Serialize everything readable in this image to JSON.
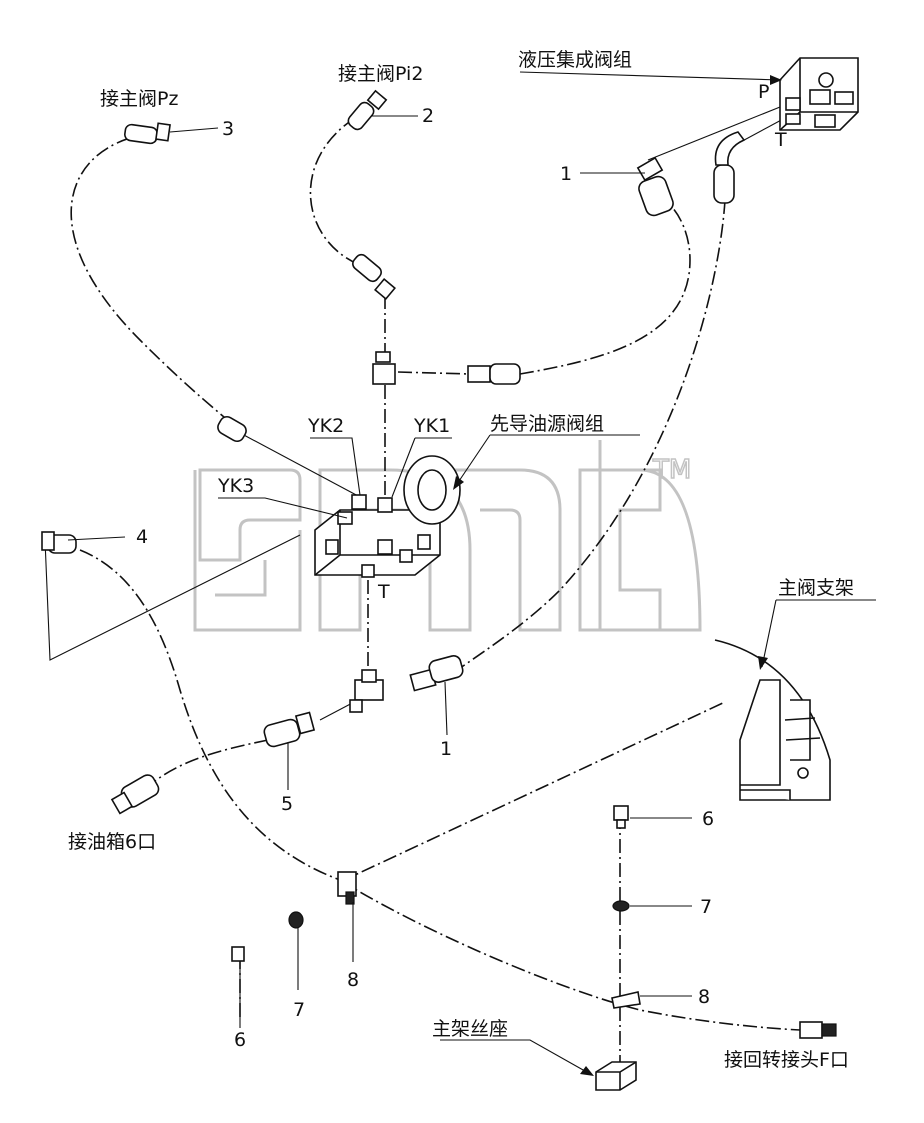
{
  "labels": {
    "main_valve_pz": "接主阀Pz",
    "main_valve_pi2": "接主阀Pi2",
    "hydraulic_integrated_valve": "液压集成阀组",
    "pilot_oil_source_valve": "先导油源阀组",
    "main_valve_bracket": "主阀支架",
    "to_tank_port6": "接油箱6口",
    "main_frame_seat": "主架丝座",
    "to_swivel_joint_f": "接回转接头F口",
    "yk1": "YK1",
    "yk2": "YK2",
    "yk3": "YK3",
    "port_t_pilot": "T",
    "port_p": "P",
    "port_t": "T"
  },
  "part_numbers": {
    "n1_top": "1",
    "n1_bottom": "1",
    "n2": "2",
    "n3": "3",
    "n4": "4",
    "n5": "5",
    "n6_right": "6",
    "n6_left": "6",
    "n7_right": "7",
    "n7_left": "7",
    "n8_right": "8",
    "n8_left": "8"
  },
  "watermark": {
    "text": "TM"
  }
}
